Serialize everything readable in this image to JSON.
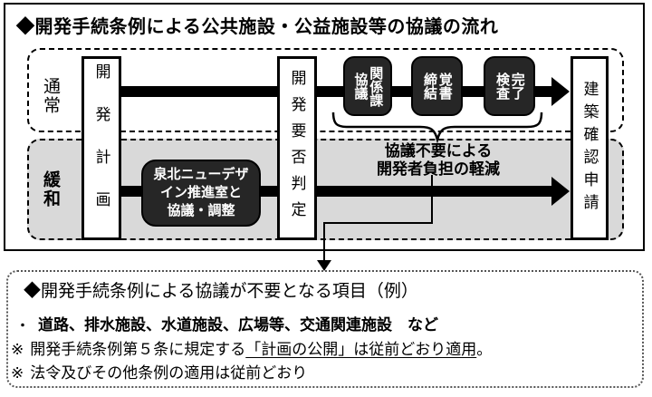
{
  "flow_panel": {
    "title": "◆開発手続条例による公共施設・公益施設等の協議の流れ",
    "lanes": {
      "normal": "通常",
      "relaxed": "緩和"
    },
    "stages": {
      "development_plan": "開発計画",
      "necessity_judgment": "開発要否判定",
      "building_confirmation": "建築確認申請"
    },
    "normal_steps": [
      {
        "line1": "関係課",
        "line2": "協議"
      },
      {
        "line1": "覚書",
        "line2": "締結"
      },
      {
        "line1": "完了",
        "line2": "検査"
      }
    ],
    "relaxed_step": {
      "line1": "泉北ニューデザ",
      "line2": "イン推進室と",
      "line3": "協議・調整"
    },
    "benefit_note": {
      "line1": "協議不要による",
      "line2": "開発者負担の軽減"
    }
  },
  "exempt_panel": {
    "title": "◆開発手続条例による協議が不要となる項目（例）",
    "bullet": "・",
    "items": "道路、排水施設、水道施設、広場等、交通関連施設　など",
    "notes": [
      {
        "marker": "※",
        "prefix": "開発手続条例第５条に規定する",
        "underlined": "「計画の公開」は従前どおり適用",
        "suffix": "。"
      },
      {
        "marker": "※",
        "prefix": "法令及びその他条例の適用は従前どおり",
        "underlined": "",
        "suffix": ""
      }
    ]
  },
  "colors": {
    "lane_relaxed_bg": "#d9d9d9",
    "step_box_bg": "#262626",
    "step_box_text": "#ffffff",
    "line": "#000000"
  }
}
